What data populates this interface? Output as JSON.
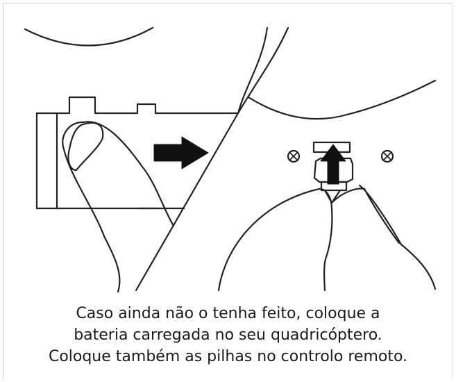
{
  "figure": {
    "description": "Instruction illustration: a thumb slides the battery into the quadcopter (arrow pointing right); fingers insert the battery connector into the socket (arrow pointing up) between two screws.",
    "icons": [
      "arrow-right-icon",
      "arrow-up-icon",
      "screw-icon",
      "screw-icon"
    ],
    "stroke_color": "#222222",
    "background_color": "#ffffff"
  },
  "caption": {
    "lines": [
      "Caso ainda não o tenha feito, coloque a",
      "bateria carregada no seu quadricóptero.",
      "Coloque também as pilhas no controlo remoto."
    ]
  }
}
